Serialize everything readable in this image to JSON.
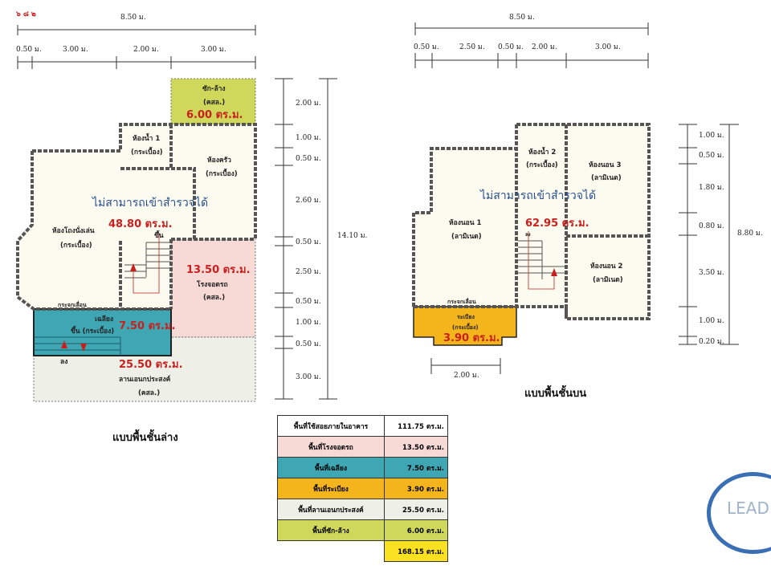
{
  "ref_code": "๖ ๘ ๒",
  "note_text": "ไม่สามารถเข้าสำรวจได้",
  "lower": {
    "title": "แบบพื้นชั้นล่าง",
    "dim_total_width": "8.50 ม.",
    "dims_width": [
      "0.50 ม.",
      "3.00 ม.",
      "2.00 ม.",
      "3.00 ม."
    ],
    "dims_height": [
      "2.00 ม.",
      "1.00 ม.",
      "0.50 ม.",
      "2.60 ม.",
      "0.50 ม.",
      "2.50 ม.",
      "0.50 ม.",
      "1.00 ม.",
      "0.50 ม.",
      "3.00 ม."
    ],
    "dim_total_height": "14.10 ม.",
    "laundry": {
      "name": "ซัก-ล้าง",
      "material": "(คสล.)",
      "area": "6.00 ตร.ม."
    },
    "bathroom": {
      "name": "ห้องน้ำ 1",
      "material": "(กระเบื้อง)"
    },
    "kitchen": {
      "name": "ห้องครัว",
      "material": "(กระเบื้อง)"
    },
    "living": {
      "name": "ห้องโถงนั่งเล่น",
      "material": "(กระเบื้อง)",
      "area": "48.80 ตร.ม."
    },
    "stair_up": "ขึ้น",
    "garage": {
      "name": "โรงจอดรถ",
      "material": "(คสล.)",
      "area": "13.50 ตร.ม."
    },
    "sliding_glass": "กระจกเลื่อน",
    "porch": {
      "name": "เฉลียง",
      "material": "ขึ้น (กระเบื้อง)",
      "area": "7.50 ตร.ม."
    },
    "down": "ลง",
    "yard": {
      "name": "ลานเอนกประสงค์",
      "material": "(คสล.)",
      "area": "25.50 ตร.ม."
    }
  },
  "upper": {
    "title": "แบบพื้นชั้นบน",
    "dim_total_width": "8.50 ม.",
    "dims_width": [
      "0.50 ม.",
      "2.50 ม.",
      "0.50 ม.",
      "2.00 ม.",
      "3.00 ม."
    ],
    "dims_height": [
      "1.00 ม.",
      "0.50 ม.",
      "1.80 ม.",
      "0.80 ม.",
      "3.50 ม.",
      "1.00 ม.",
      "0.20 ม."
    ],
    "dim_total_height": "8.80 ม.",
    "dim_balcony": "2.00 ม.",
    "bathroom": {
      "name": "ห้องน้ำ 2",
      "material": "(กระเบื้อง)"
    },
    "bed3": {
      "name": "ห้องนอน 3",
      "material": "(ลามิเนต)"
    },
    "bed1": {
      "name": "ห้องนอน 1",
      "material": "(ลามิเนต)"
    },
    "bed2": {
      "name": "ห้องนอน 2",
      "material": "(ลามิเนต)"
    },
    "area": "62.95 ตร.ม.",
    "stair_down": "ลง",
    "sliding_glass": "กระจกเลื่อน",
    "balcony": {
      "name": "ระเบียง",
      "material": "(กระเบื้อง)",
      "area": "3.90 ตร.ม."
    }
  },
  "summary": {
    "rows": [
      {
        "label": "พื้นที่ใช้สอยภายในอาคาร",
        "value": "111.75 ตร.ม.",
        "color": "#ffffff"
      },
      {
        "label": "พื้นที่โรงจอดรถ",
        "value": "13.50 ตร.ม.",
        "color": "#f7d9d6"
      },
      {
        "label": "พื้นที่เฉลียง",
        "value": "7.50 ตร.ม.",
        "color": "#3fa6b4"
      },
      {
        "label": "พื้นที่ระเบียง",
        "value": "3.90 ตร.ม.",
        "color": "#f3b41c"
      },
      {
        "label": "พื้นที่ลานเอนกประสงค์",
        "value": "25.50 ตร.ม.",
        "color": "#eef0e8"
      },
      {
        "label": "พื้นที่ซัก-ล้าง",
        "value": "6.00 ตร.ม.",
        "color": "#cfd85a"
      }
    ],
    "total": "168.15 ตร.ม.",
    "total_color": "#f9e020"
  },
  "logo_text": "LEAD",
  "colors": {
    "room_fill": "#fbfbef",
    "area_red": "#c8201e",
    "note_blue": "#2a4f8f"
  }
}
